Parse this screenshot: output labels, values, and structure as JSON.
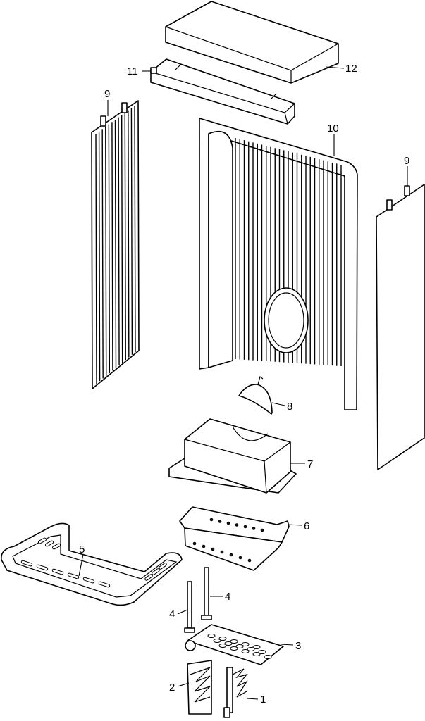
{
  "labels": {
    "p1": "1",
    "p2": "2",
    "p3": "3",
    "p4a": "4",
    "p4b": "4",
    "p5": "5",
    "p6": "6",
    "p7": "7",
    "p8": "8",
    "p9a": "9",
    "p9b": "9",
    "p10": "10",
    "p11": "11",
    "p12": "12"
  }
}
